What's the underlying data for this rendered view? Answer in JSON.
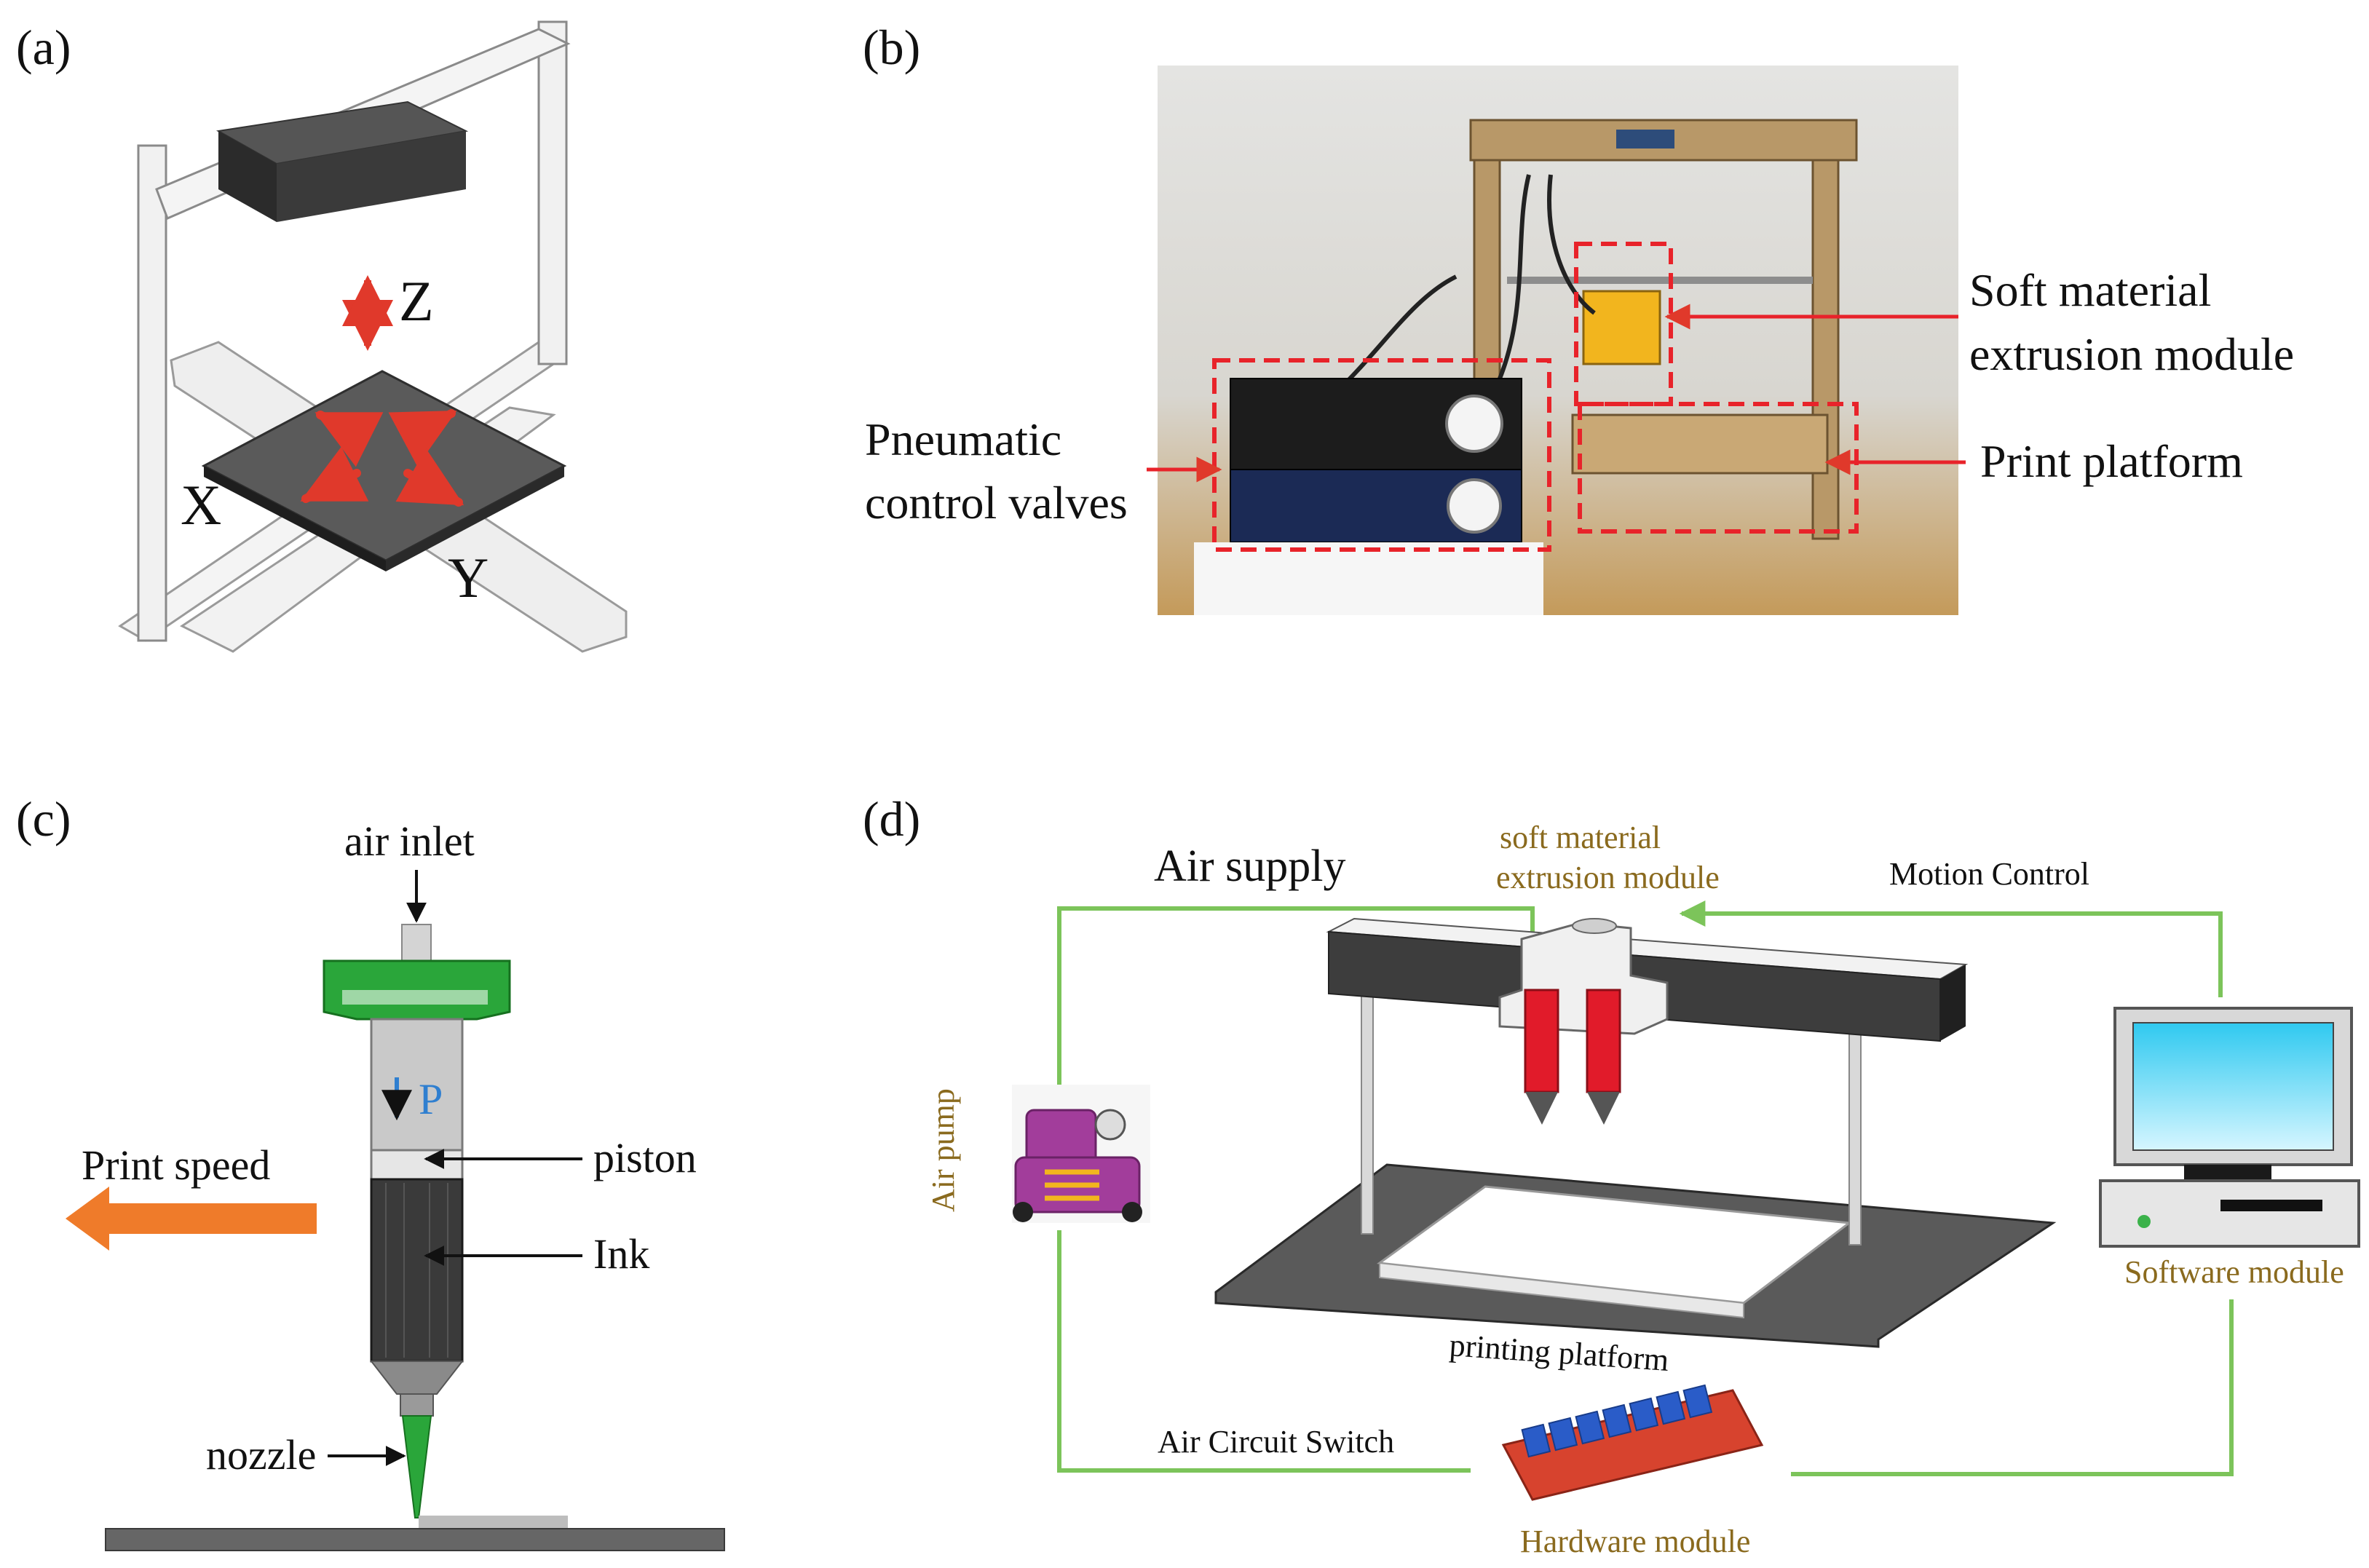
{
  "panels": {
    "a": {
      "label": "(a)",
      "axes": {
        "z": "Z",
        "x": "X",
        "y": "Y"
      }
    },
    "b": {
      "label": "(b)",
      "callouts": {
        "soft_line1": "Soft material",
        "soft_line2": "extrusion module",
        "platform": "Print platform",
        "valves_line1": "Pneumatic",
        "valves_line2": "control valves"
      }
    },
    "c": {
      "label": "(c)",
      "air_inlet": "air inlet",
      "pressure": "P",
      "piston": "piston",
      "ink": "Ink",
      "nozzle": "nozzle",
      "print_speed": "Print speed"
    },
    "d": {
      "label": "(d)",
      "air_supply": "Air supply",
      "extrusion_line1": "soft material",
      "extrusion_line2": "extrusion module",
      "motion_control": "Motion Control",
      "air_pump": "Air pump",
      "software": "Software module",
      "platform": "printing platform",
      "switch": "Air Circuit Switch",
      "hardware": "Hardware module"
    }
  },
  "colors": {
    "arrow_red": "#e0392b",
    "frame_green": "#2aa63a",
    "link_green": "#7cc45a",
    "speed_orange": "#ef7b2a",
    "gold_text": "#8a6a1e",
    "syringe_blue": "#2f7fd0"
  }
}
